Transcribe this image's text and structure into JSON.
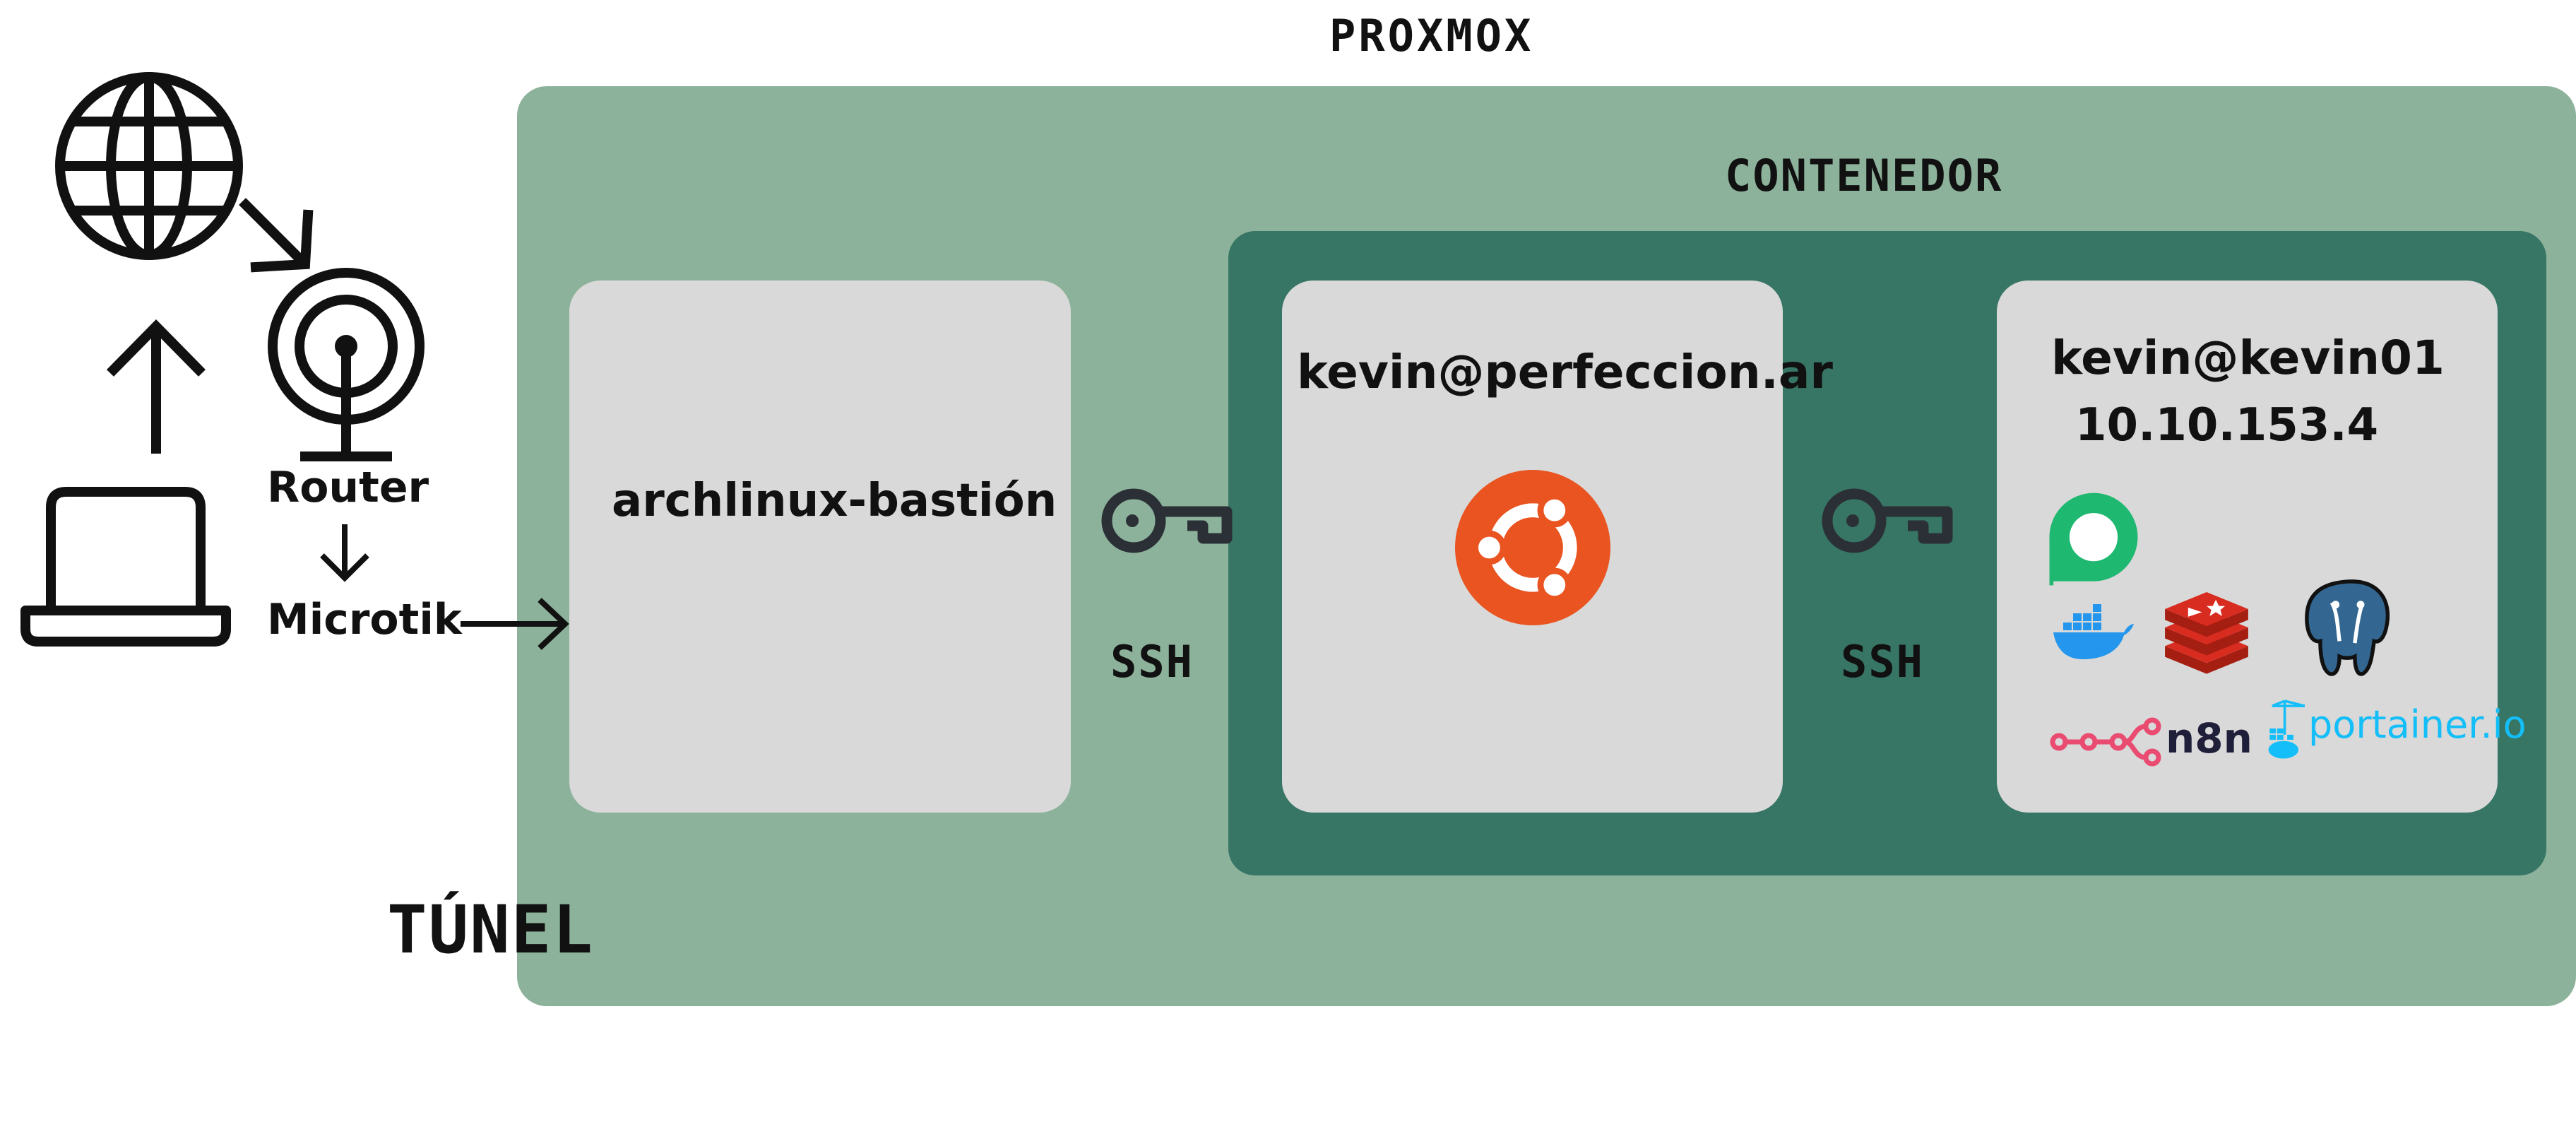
{
  "title": "PROXMOX",
  "containers": {
    "proxmox_label": "",
    "contenedor_label": "CONTENEDOR"
  },
  "network": {
    "router_label": "Router",
    "microtik_label": "Microtik"
  },
  "bastion": {
    "label": "archlinux-bastión"
  },
  "server": {
    "host_label": "kevin@perfeccion.ar",
    "os_icon": "ubuntu-logo"
  },
  "app_host": {
    "host_label": "kevin@kevin01",
    "ip_label": "10.10.153.4",
    "service_icons": [
      "chatwoot-logo",
      "docker-logo",
      "redis-logo",
      "postgresql-logo",
      "n8n-logo",
      "portainer-logo"
    ],
    "n8n_text": "n8n",
    "portainer_text": "portainer.io"
  },
  "links": {
    "ssh_1": "SSH",
    "ssh_2": "SSH",
    "tunnel_label": "TÚNEL"
  },
  "colors": {
    "proxmox_bg": "#8db29b",
    "contenedor_bg": "#377564",
    "node_bg": "#d9d9d9",
    "ubuntu": "#e95420",
    "chatwoot": "#1fb871",
    "docker": "#2496ed",
    "redis": "#d82c20",
    "postgres": "#336791",
    "n8n": "#ea4b71",
    "portainer": "#13bef9"
  }
}
